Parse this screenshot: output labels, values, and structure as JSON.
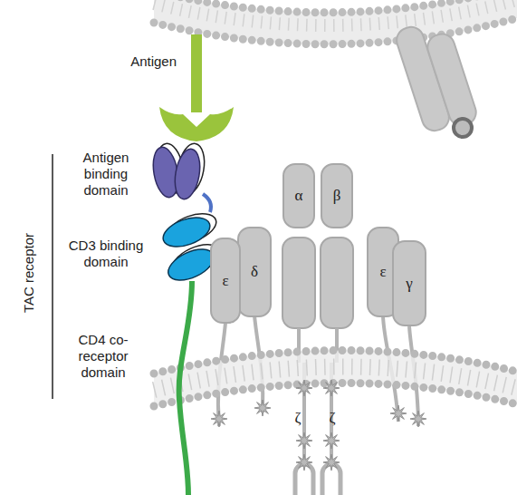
{
  "diagram": {
    "nodes": [
      {
        "text": [
          "ε"
        ]
      },
      {
        "text": [
          "δ"
        ]
      },
      {
        "text": [
          "α"
        ]
      },
      {
        "text": [
          "β"
        ]
      },
      {
        "text": [
          "ε"
        ]
      },
      {
        "text": [
          "γ"
        ]
      }
    ],
    "labels": [
      "Antigen",
      "Antigen binding domain",
      "CD3 binding domain",
      "CD4 co-receptor domain",
      "TAC receptor",
      "ζ",
      "ζ"
    ]
  }
}
